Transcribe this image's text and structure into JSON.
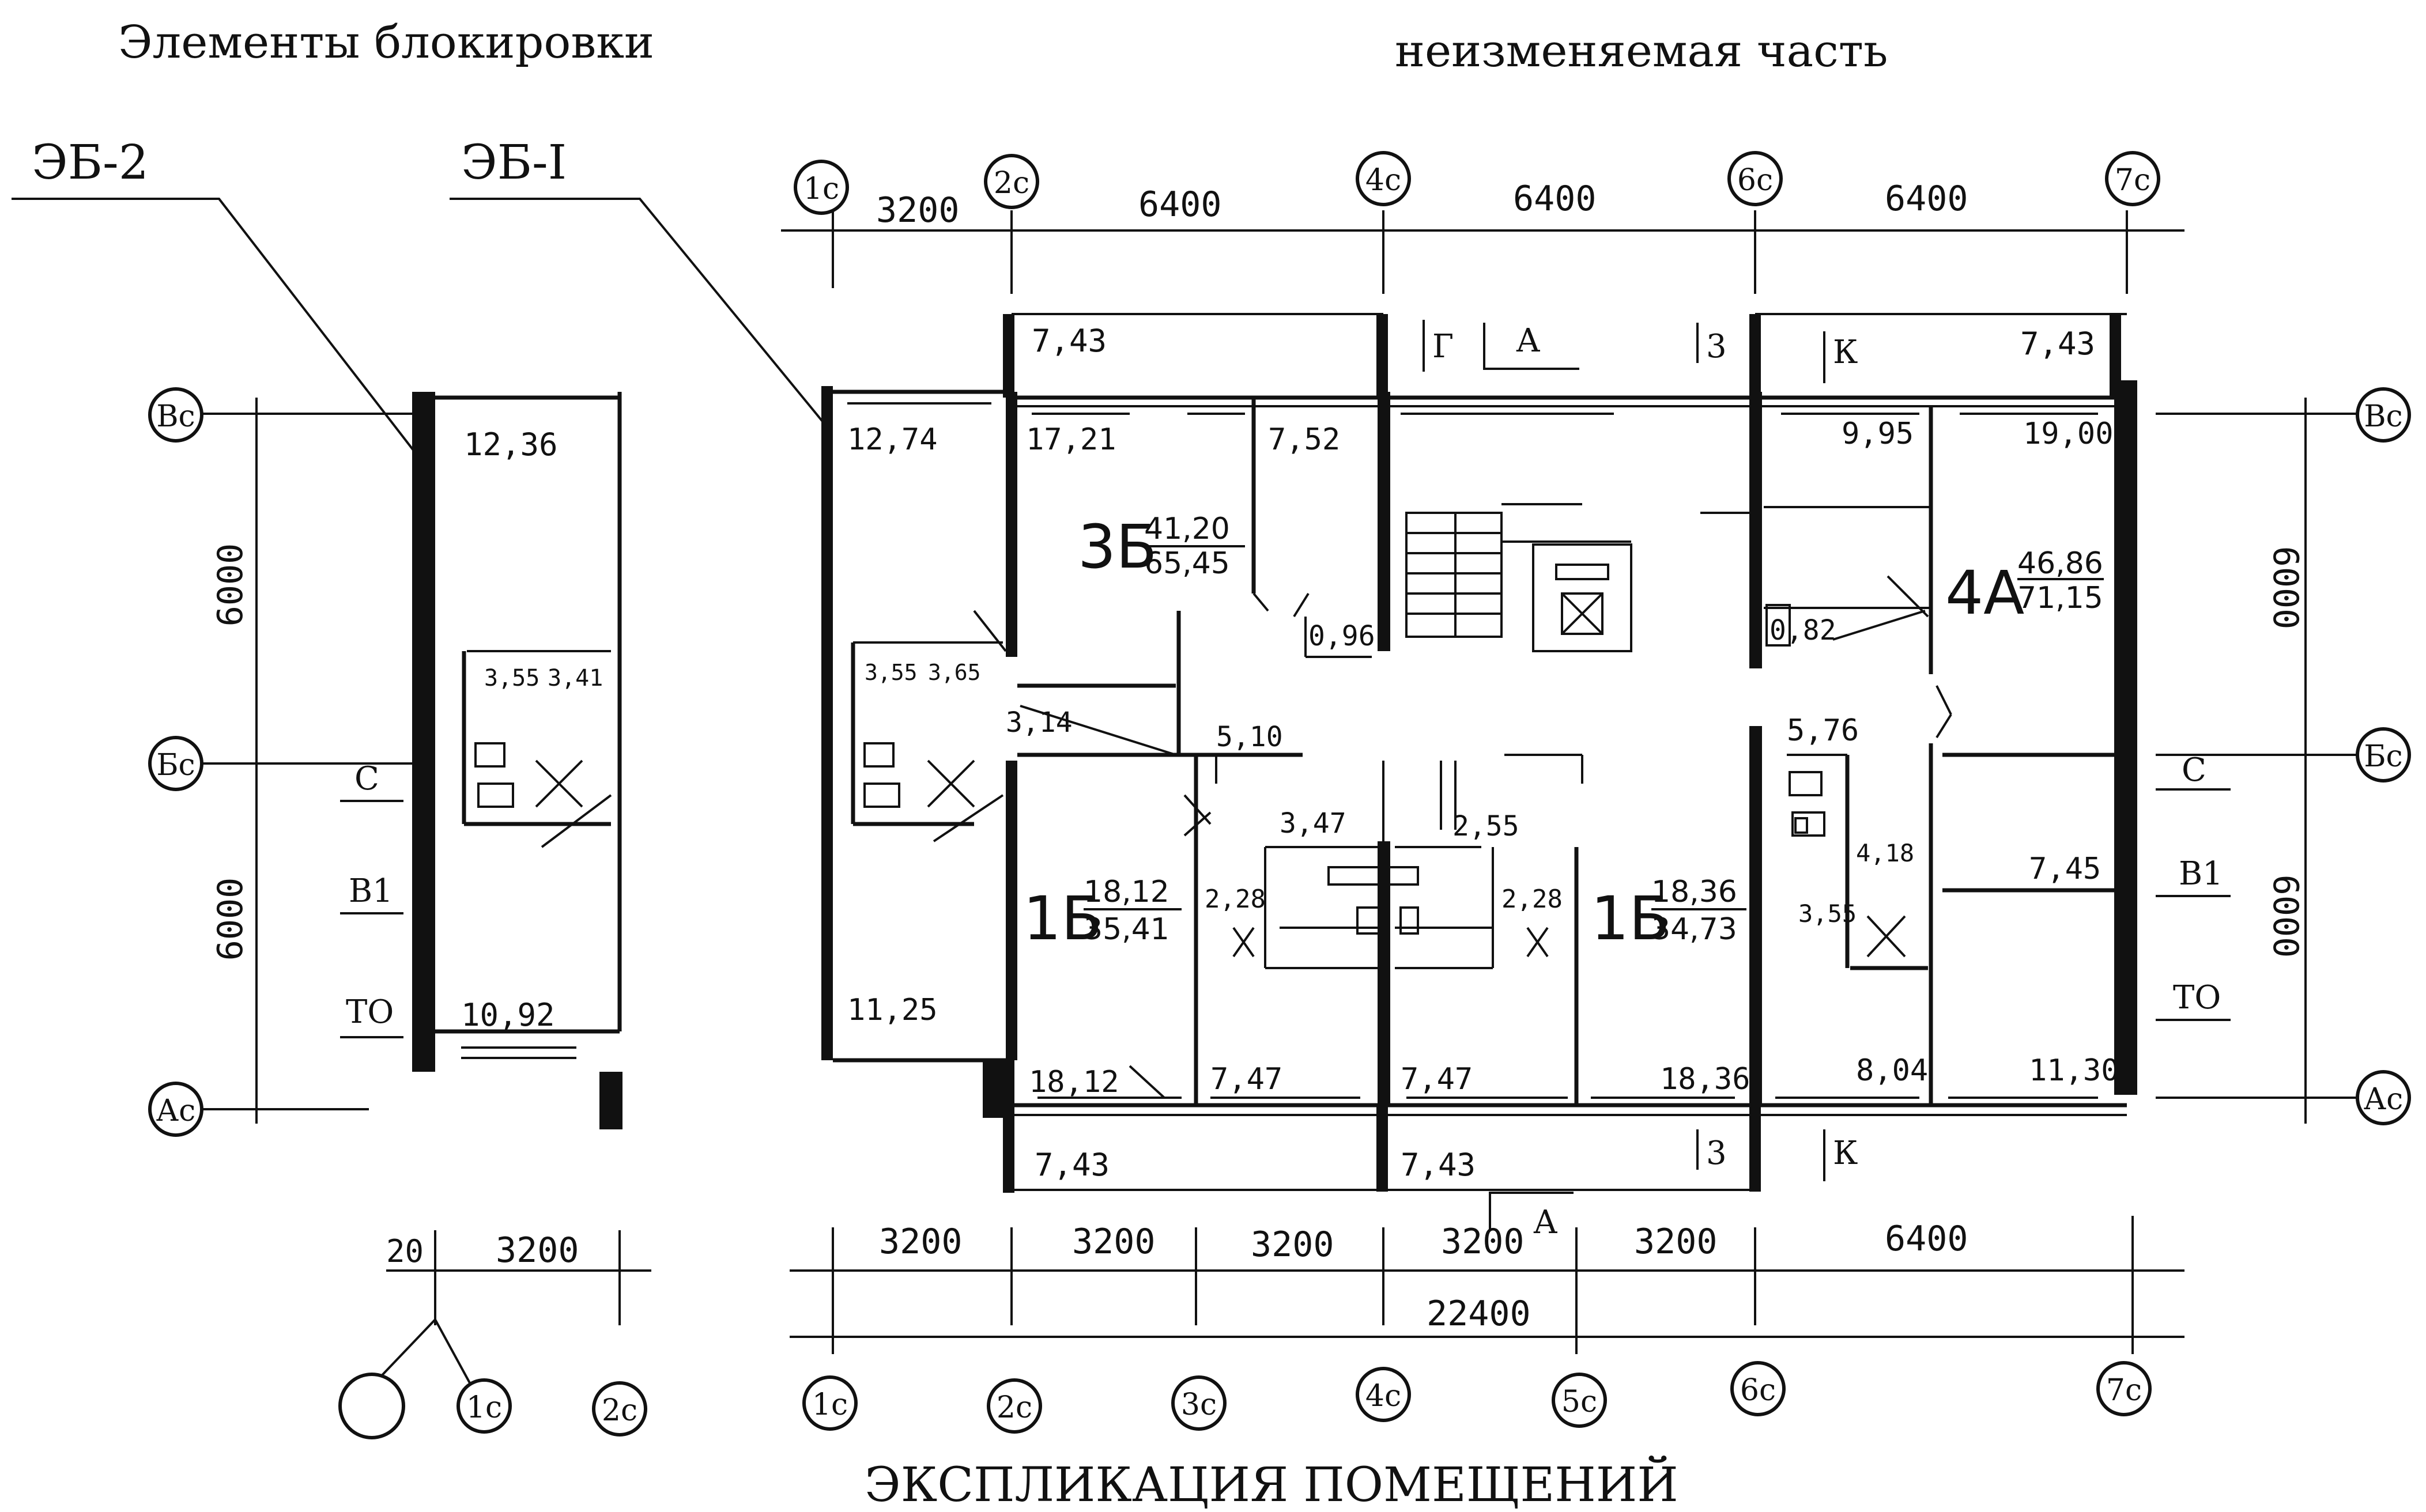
{
  "headings": {
    "blocking_elements": "Элементы блокировки",
    "unchangeable_part": "неизменяемая часть",
    "explication": "ЭКСПЛИКАЦИЯ ПОМЕЩЕНИЙ"
  },
  "blocks": {
    "eb2": "ЭБ-2",
    "eb1": "ЭБ-I"
  },
  "axes": {
    "top": [
      "1c",
      "2c",
      "4c",
      "6c",
      "7c"
    ],
    "bottom": [
      "1c",
      "2c",
      "3c",
      "4c",
      "5c",
      "6c",
      "7c"
    ],
    "left": [
      "Вс",
      "Бс",
      "Ас"
    ],
    "right": [
      "Вс",
      "Бс",
      "Ас"
    ],
    "eb2_bottom": [
      "",
      "1c",
      "2c"
    ]
  },
  "dims": {
    "top": [
      "3200",
      "6400",
      "6400",
      "6400"
    ],
    "bottom_row1": [
      "3200",
      "3200",
      "3200",
      "3200",
      "3200",
      "6400"
    ],
    "bottom_total": "22400",
    "left": [
      "6000",
      "6000"
    ],
    "right": [
      "6000",
      "6000"
    ],
    "eb2": [
      "20",
      "3200"
    ]
  },
  "apartments": [
    {
      "code": "3Б",
      "living": "41,20",
      "total": "65,45"
    },
    {
      "code": "4А",
      "living": "46,86",
      "total": "71,15"
    },
    {
      "code": "1Б",
      "living": "18,12",
      "total": "35,41"
    },
    {
      "code": "1Б",
      "living": "18,36",
      "total": "34,73"
    }
  ],
  "areas": {
    "eb2_top": "12,36",
    "eb2_k1": "3,55",
    "eb2_k2": "3,41",
    "eb2_bottom": "10,92",
    "eb1_top": "12,74",
    "eb1_k1": "3,55",
    "eb1_k2": "3,65",
    "eb1_bottom": "11,25",
    "loggia_tl": "7,43",
    "loggia_tr": "7,43",
    "loggia_bl": "7,43",
    "loggia_bc": "7,43",
    "r1721": "17,21",
    "r752": "7,52",
    "r096": "0,96",
    "r314": "3,14",
    "r510": "5,10",
    "r347": "3,47",
    "r255": "2,55",
    "r228a": "2,28",
    "r228b": "2,28",
    "r995": "9,95",
    "r1900": "19,00",
    "r082": "0,82",
    "r576": "5,76",
    "r418": "4,18",
    "r355": "3,55",
    "r745": "7,45",
    "r1812": "18,12",
    "r747a": "7,47",
    "r747b": "7,47",
    "r1836": "18,36",
    "r804": "8,04",
    "r1130": "11,30"
  },
  "section_marks": {
    "c": "С",
    "b1": "В1",
    "to": "ТО",
    "g": "Г",
    "a": "А",
    "z": "3",
    "k": "К"
  }
}
